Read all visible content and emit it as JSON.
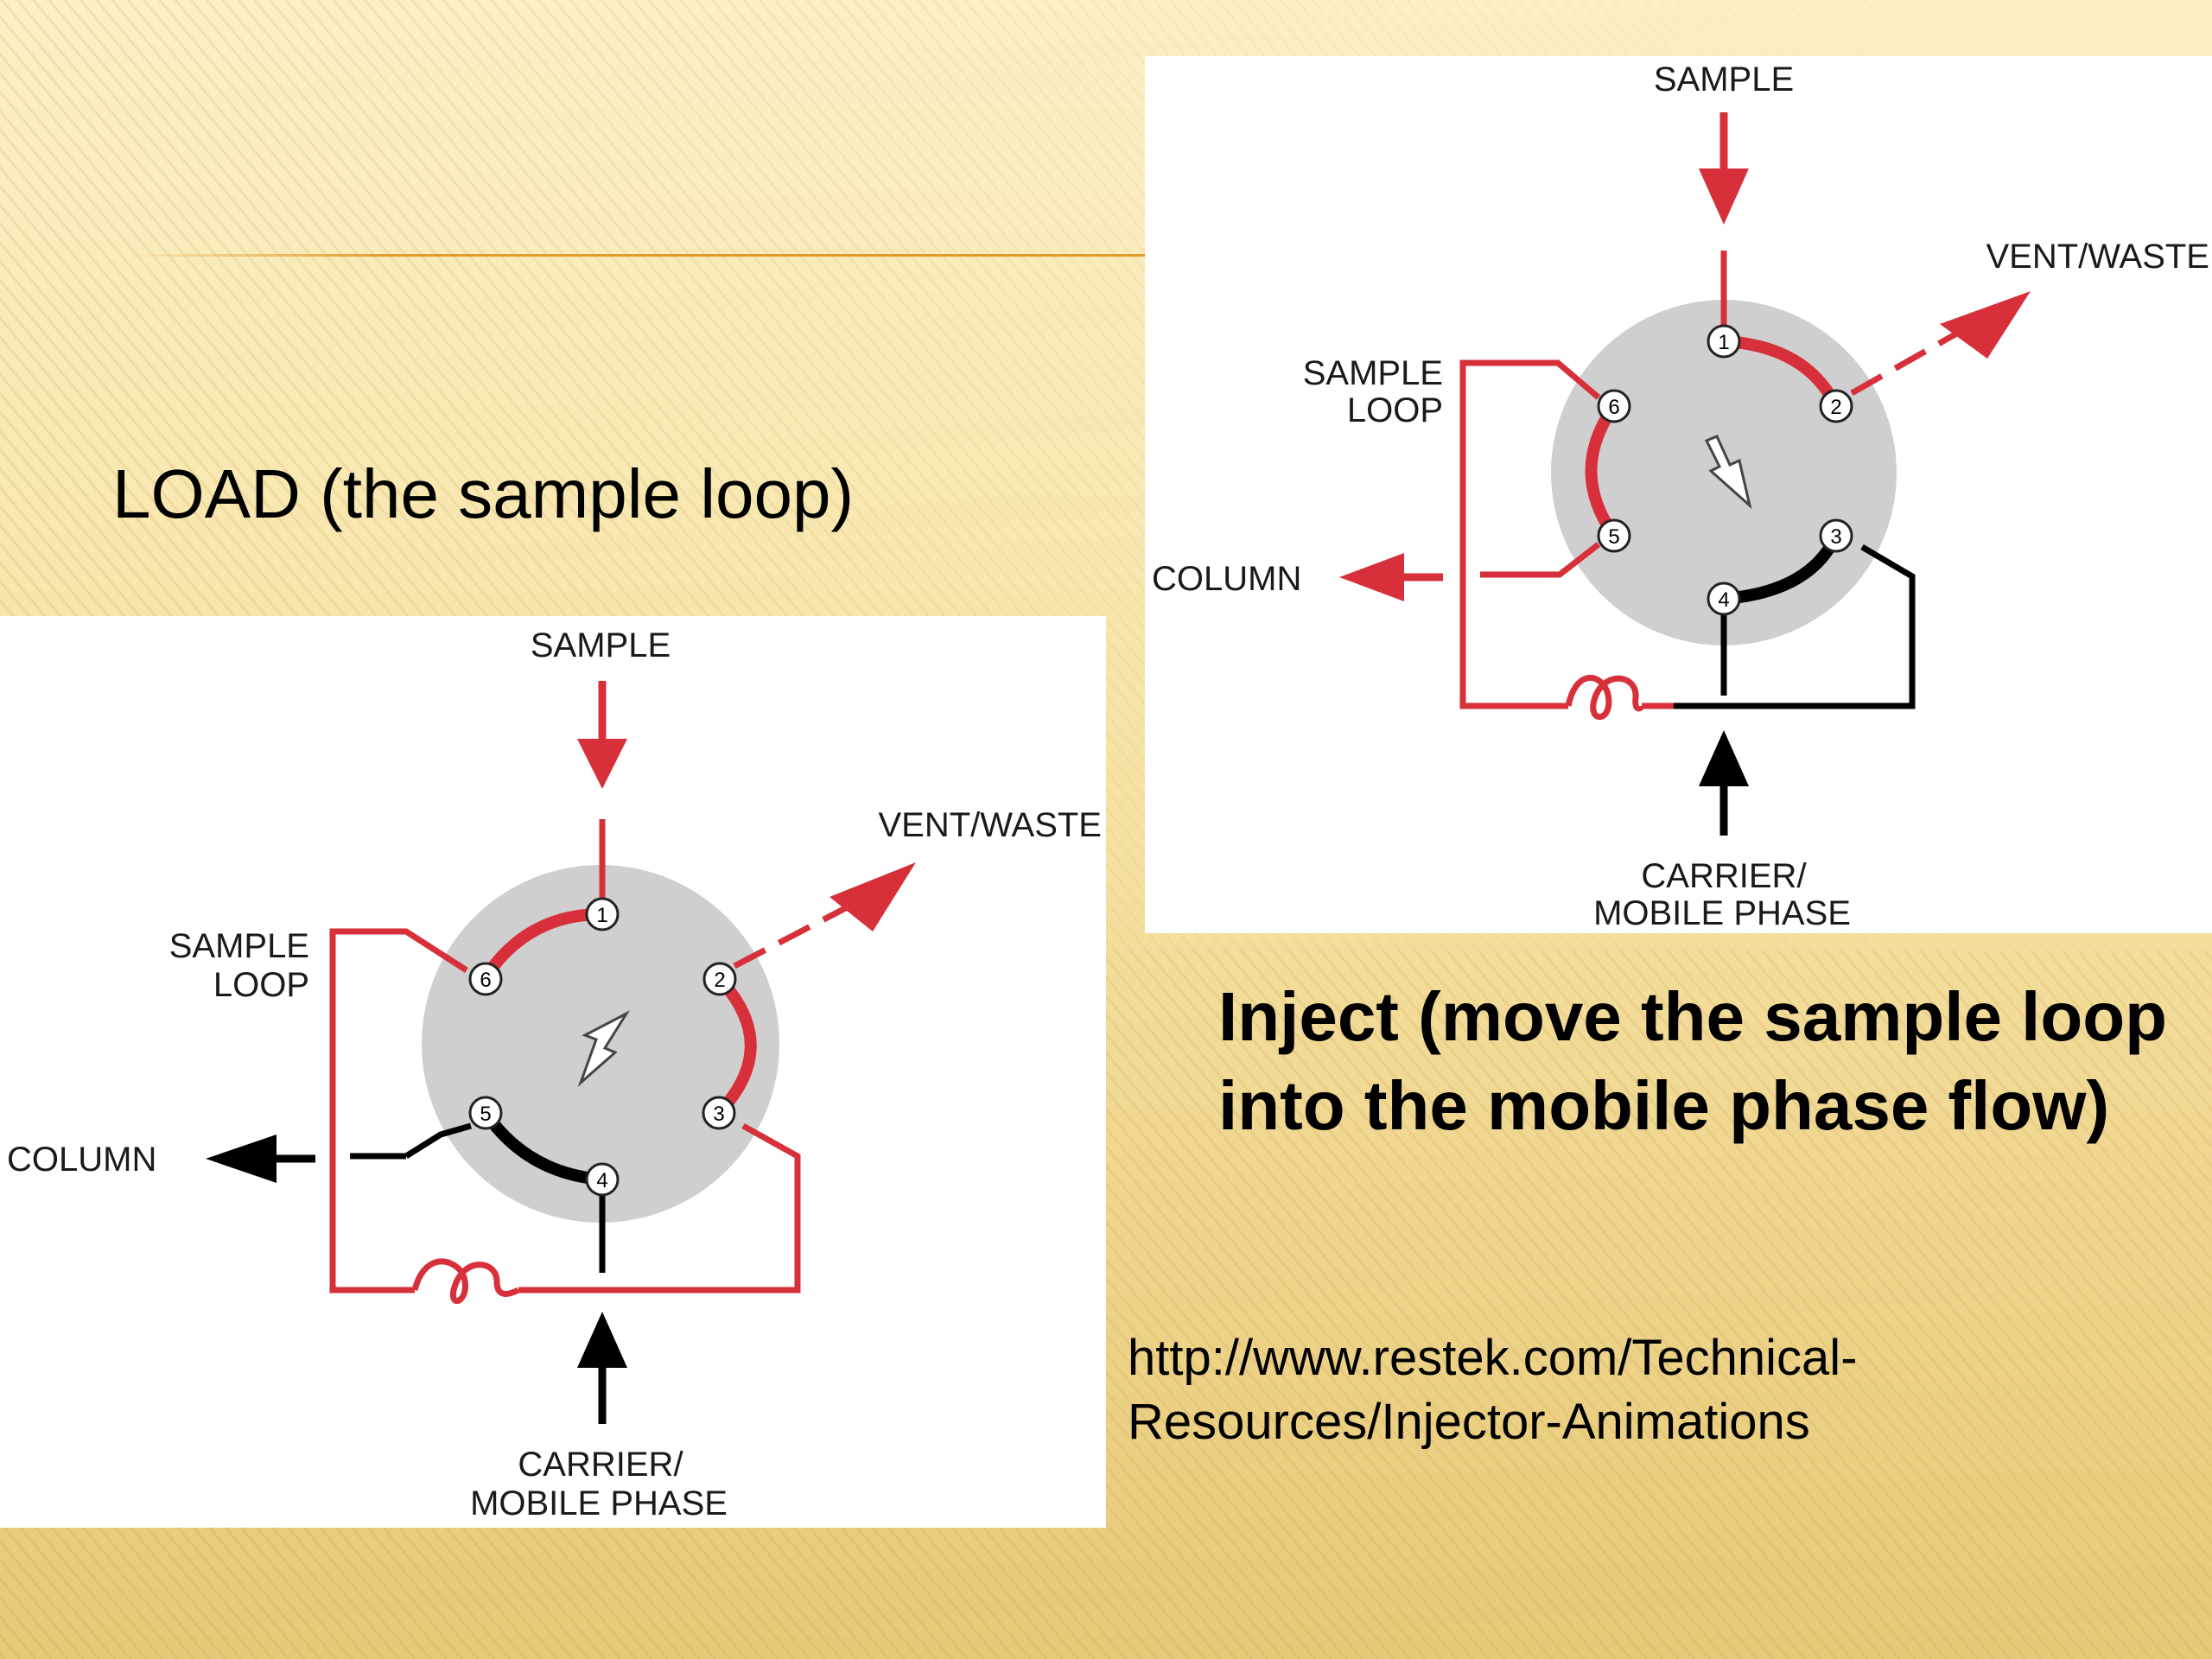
{
  "slide": {
    "load_title": "LOAD (the sample loop)",
    "inject_title": "Inject (move the sample loop into the mobile phase flow)",
    "source_url": "http://www.restek.com/Technical-Resources/Injector-Animations"
  },
  "colors": {
    "flow_red": "#d8303a",
    "flow_black": "#000000",
    "rotor_gray": "#cfcfcf",
    "accent_rule": "#e39a2f"
  },
  "load_diagram": {
    "sample": "SAMPLE",
    "vent": "VENT/WASTE",
    "loop_line1": "SAMPLE",
    "loop_line2": "LOOP",
    "column": "COLUMN",
    "carrier_line1": "CARRIER/",
    "carrier_line2": "MOBILE PHASE",
    "ports": [
      "1",
      "2",
      "3",
      "4",
      "5",
      "6"
    ]
  },
  "inject_diagram": {
    "sample": "SAMPLE",
    "vent": "VENT/WASTE",
    "loop_line1": "SAMPLE",
    "loop_line2": "LOOP",
    "column": "COLUMN",
    "carrier_line1": "CARRIER/",
    "carrier_line2": "MOBILE PHASE",
    "ports": [
      "1",
      "2",
      "3",
      "4",
      "5",
      "6"
    ]
  }
}
